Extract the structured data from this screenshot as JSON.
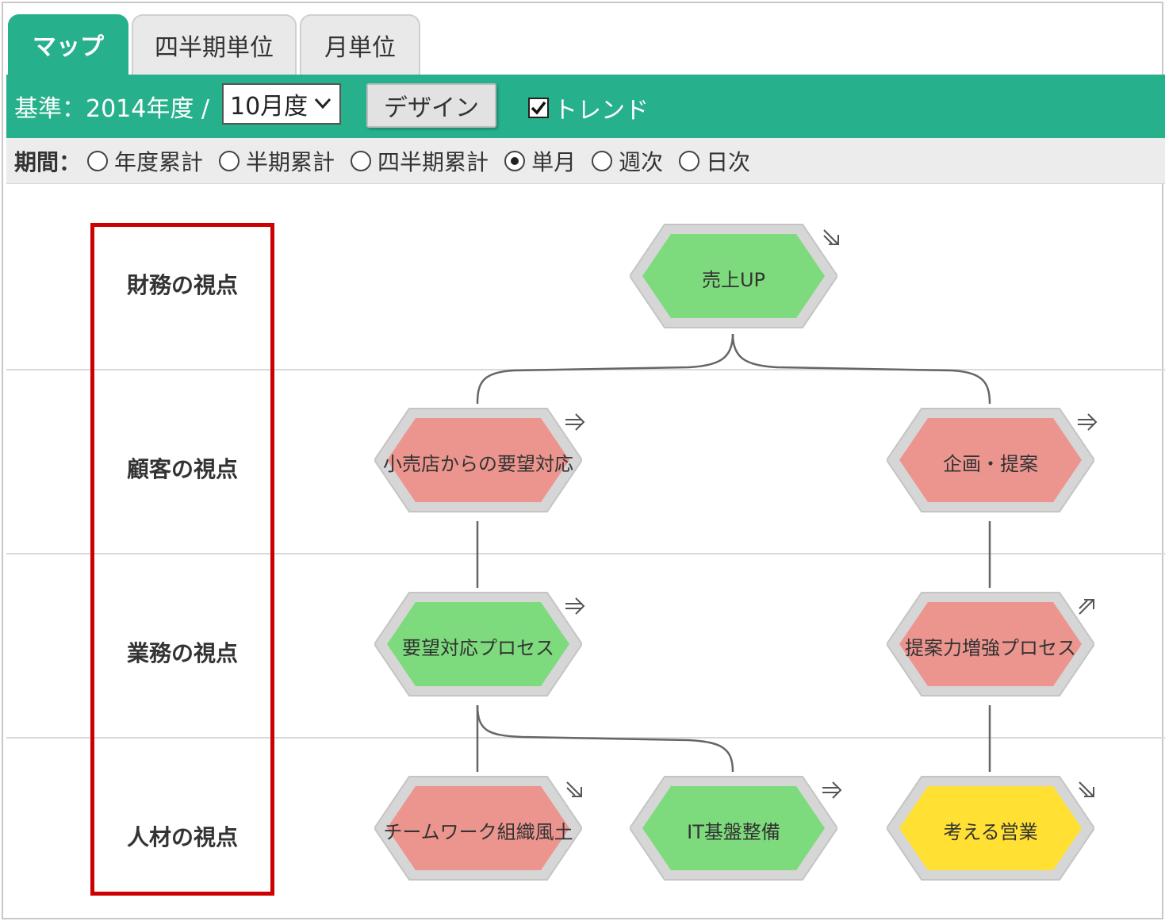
{
  "tabs": [
    {
      "label": "マップ",
      "active": true
    },
    {
      "label": "四半期単位",
      "active": false
    },
    {
      "label": "月単位",
      "active": false
    }
  ],
  "toolbar": {
    "base_label": "基準：2014年度 /",
    "month_value": "10月度",
    "design_label": "デザイン",
    "trend_label": "トレンド",
    "trend_checked": true
  },
  "period": {
    "label": "期間：",
    "options": [
      {
        "label": "年度累計",
        "selected": false
      },
      {
        "label": "半期累計",
        "selected": false
      },
      {
        "label": "四半期累計",
        "selected": false
      },
      {
        "label": "単月",
        "selected": true
      },
      {
        "label": "週次",
        "selected": false
      },
      {
        "label": "日次",
        "selected": false
      }
    ]
  },
  "perspectives": [
    "財務の視点",
    "顧客の視点",
    "業務の視点",
    "人材の視点"
  ],
  "nodes": [
    {
      "label": "売上UP",
      "status": "green",
      "trend": "down-right"
    },
    {
      "label": "小売店からの要望対応",
      "status": "red",
      "trend": "right"
    },
    {
      "label": "企画・提案",
      "status": "red",
      "trend": "right"
    },
    {
      "label": "要望対応プロセス",
      "status": "green",
      "trend": "right"
    },
    {
      "label": "提案力増強プロセス",
      "status": "red",
      "trend": "up-right"
    },
    {
      "label": "チームワーク組織風土",
      "status": "red",
      "trend": "down-right"
    },
    {
      "label": "IT基盤整備",
      "status": "green",
      "trend": "right"
    },
    {
      "label": "考える営業",
      "status": "yellow",
      "trend": "down-right"
    }
  ],
  "colors": {
    "accent": "#26b08c",
    "green": "#7ddb7d",
    "red": "#ec958f",
    "yellow": "#ffe033",
    "highlight": "#cc0000"
  }
}
